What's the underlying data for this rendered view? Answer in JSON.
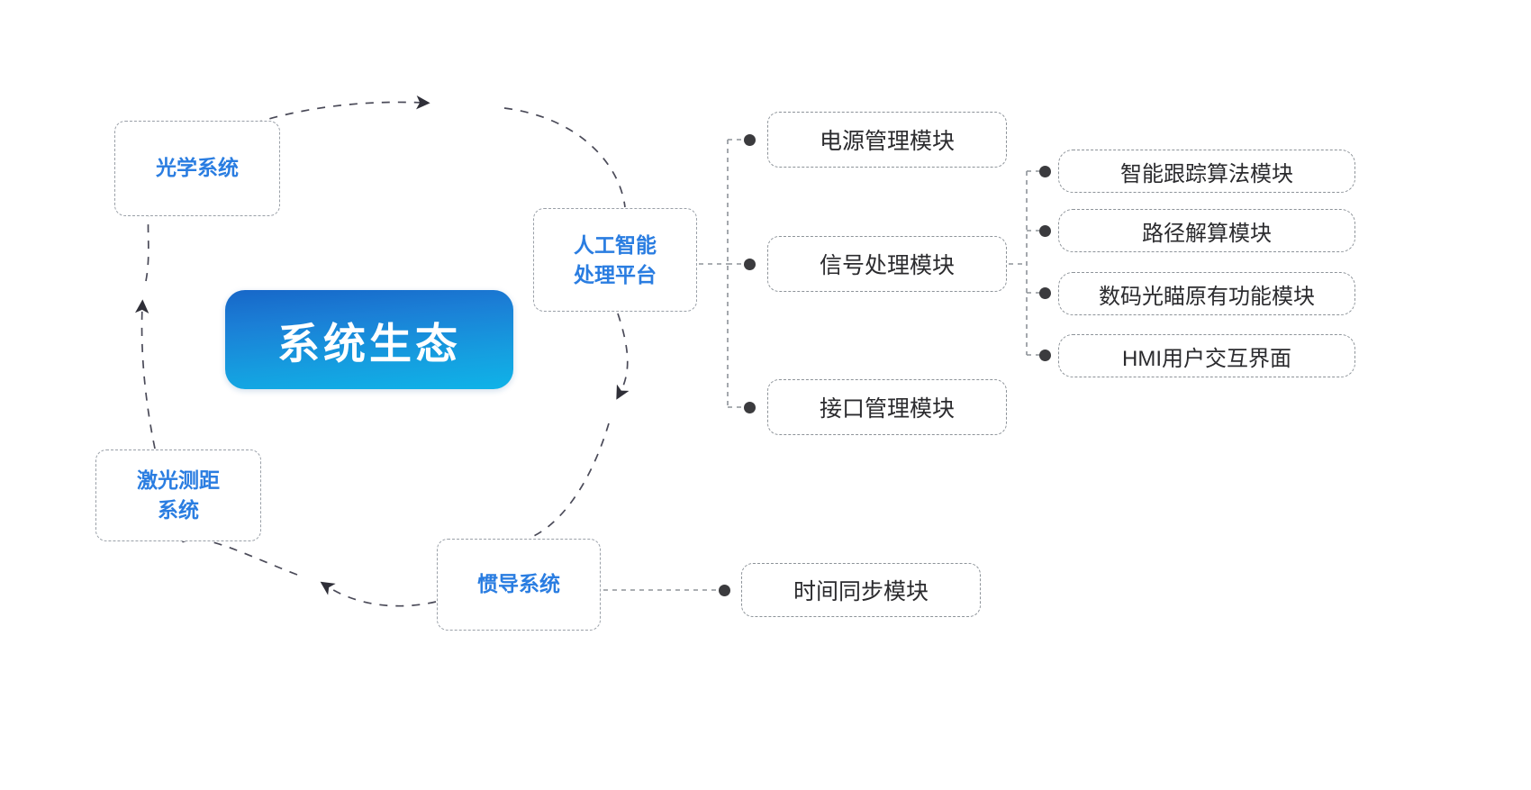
{
  "diagram": {
    "title": "系统生态",
    "type": "radial-ecosystem-with-module-tree",
    "center": {
      "label": "系统生态",
      "color": "#1b7fd6"
    },
    "cycle_nodes": [
      {
        "id": "optical",
        "label": "光学系统",
        "lines": [
          "光学系统"
        ]
      },
      {
        "id": "ai",
        "label": "人工智能处理平台",
        "lines": [
          "人工智能",
          "处理平台"
        ]
      },
      {
        "id": "ins",
        "label": "惯导系统",
        "lines": [
          "惯导系统"
        ]
      },
      {
        "id": "laser",
        "label": "激光测距系统",
        "lines": [
          "激光测距",
          "系统"
        ]
      }
    ],
    "ai_modules": [
      {
        "id": "power",
        "label": "电源管理模块"
      },
      {
        "id": "signal",
        "label": "信号处理模块"
      },
      {
        "id": "iface",
        "label": "接口管理模块"
      }
    ],
    "signal_submodules": [
      {
        "id": "track",
        "label": "智能跟踪算法模块"
      },
      {
        "id": "path",
        "label": "路径解算模块"
      },
      {
        "id": "legacy",
        "label": "数码光瞄原有功能模块"
      },
      {
        "id": "hmi",
        "label": "HMI用户交互界面"
      }
    ],
    "ins_modules": [
      {
        "id": "timesync",
        "label": "时间同步模块"
      }
    ],
    "colors": {
      "accent_blue": "#2a7de1",
      "hero_gradient_top": "#1767c8",
      "hero_gradient_bottom": "#0fb3e8",
      "dashed_border": "#9aa0a8",
      "module_text": "#2b2b2e",
      "dot": "#3b3b3e",
      "background": "#ffffff"
    }
  }
}
